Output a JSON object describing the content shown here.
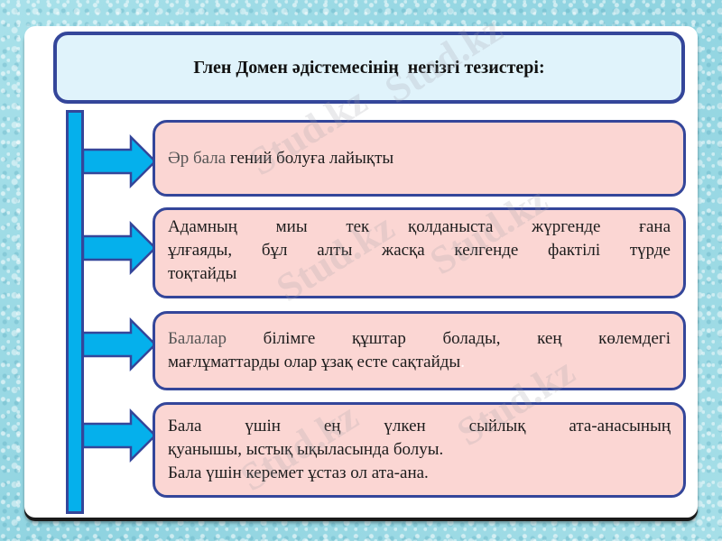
{
  "title": "Глен Домен әдістемесінің  негізгі тезистері:",
  "theses": [
    {
      "lines": [
        {
          "parts": [
            {
              "text": "Әр бала",
              "style": "gray"
            },
            {
              "text": " гений болуға лайықты",
              "style": "normal"
            }
          ]
        }
      ]
    },
    {
      "lines": [
        {
          "parts": [
            {
              "text": "Адамның миы тек қолданыста жүргенде ғана",
              "style": "normal"
            }
          ],
          "justify": true
        },
        {
          "parts": [
            {
              "text": "ұлғаяды, бұл алты жасқа келгенде фактілі түрде",
              "style": "normal"
            }
          ],
          "justify": true
        },
        {
          "parts": [
            {
              "text": "тоқтайды",
              "style": "normal"
            }
          ]
        }
      ]
    },
    {
      "lines": [
        {
          "parts": [
            {
              "text": "Балалар",
              "style": "gray"
            },
            {
              "text": " білімге құштар болады, кең көлемдегі",
              "style": "normal"
            }
          ],
          "justify": true
        },
        {
          "parts": [
            {
              "text": "мағлұматтарды олар ұзақ есте сақтайды",
              "style": "normal"
            },
            {
              "text": ".",
              "style": "dot"
            }
          ]
        }
      ]
    },
    {
      "lines": [
        {
          "parts": [
            {
              "text": "Бала үшін ең үлкен сыйлық ата-анасының",
              "style": "normal"
            }
          ],
          "justify": true
        },
        {
          "parts": [
            {
              "text": "қуанышы, ыстық ықыласында болуы.",
              "style": "normal"
            }
          ]
        },
        {
          "parts": [
            {
              "text": "Бала үшін керемет ұстаз ол ата-ана.",
              "style": "normal"
            }
          ]
        }
      ]
    }
  ],
  "watermark_text": "Stud.kz",
  "colors": {
    "border": "#34469a",
    "title_fill": "#e0f3fb",
    "card_fill": "#fbd6d3",
    "connector_fill": "#05b0ec"
  }
}
